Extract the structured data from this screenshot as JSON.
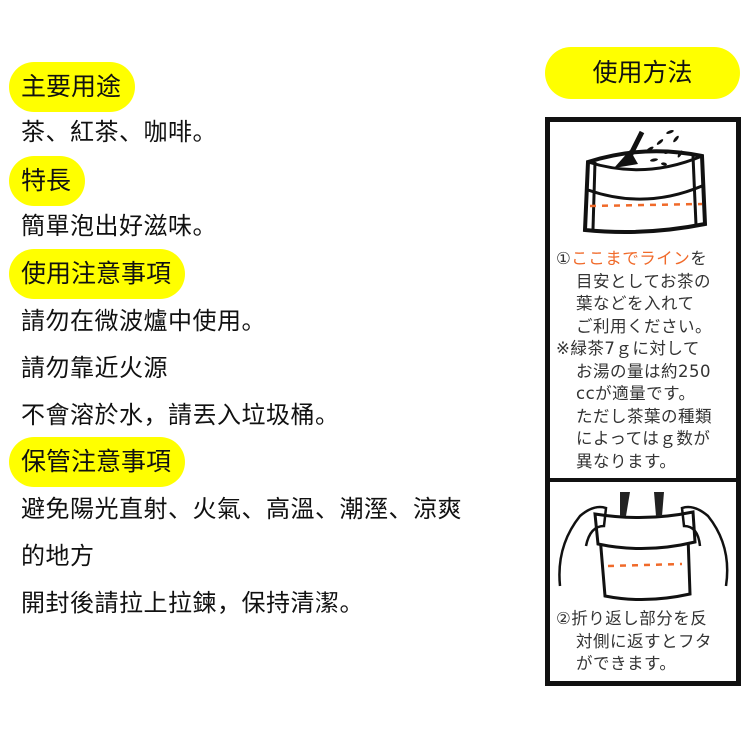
{
  "sections": [
    {
      "heading": "主要用途",
      "lines": [
        "茶、紅茶、咖啡。"
      ]
    },
    {
      "heading": "特長",
      "lines": [
        "簡單泡出好滋味。"
      ]
    },
    {
      "heading": "使用注意事項",
      "lines": [
        "請勿在微波爐中使用。",
        "請勿靠近火源",
        "不會溶於水，請丟入垃圾桶。"
      ]
    },
    {
      "heading": "保管注意事項",
      "lines": [
        "避免陽光直射、火氣、高溫、潮溼、涼爽",
        "的地方",
        "開封後請拉上拉鍊，保持清潔。"
      ]
    }
  ],
  "howto": {
    "title": "使用方法",
    "accent_color": "#ffff00",
    "step1": {
      "marker": "①",
      "highlight": "ここまでライン",
      "line1_rest": "を",
      "lines": [
        "目安としてお茶の",
        "葉などを入れて",
        "ご利用ください。"
      ]
    },
    "note": {
      "marker": "※",
      "first": "緑茶7ｇに対して",
      "lines": [
        "お湯の量は約250",
        "ccが適量です。",
        "ただし茶葉の種類",
        "によってはｇ数が",
        "異なります。"
      ]
    },
    "step2": {
      "marker": "②",
      "first": "折り返し部分を反",
      "lines": [
        "対側に返すとフタ",
        "ができます。"
      ]
    }
  }
}
